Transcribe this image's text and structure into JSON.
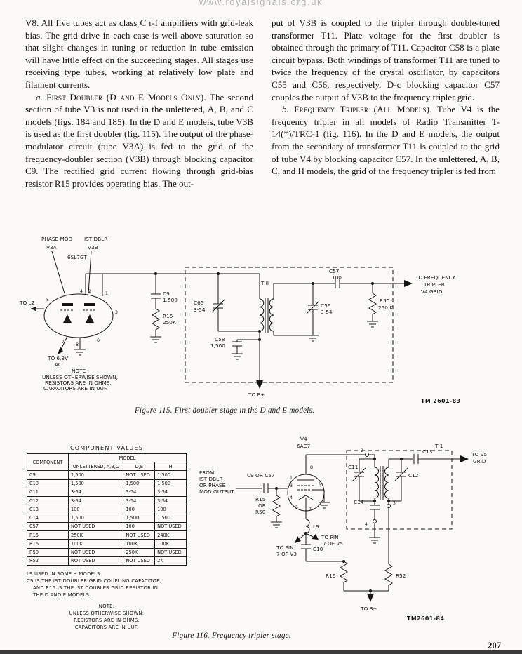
{
  "watermark": "www.royalsignals.org.uk",
  "page_number": "207",
  "text": {
    "left_p1": "V8. All five tubes act as class C r-f amplifiers with grid-leak bias. The grid drive in each case is well above saturation so that slight changes in tuning or reduction in tube emission will have little effect on the succeeding stages. All stages use receiving type tubes, working at relatively low plate and filament currents.",
    "left_p2_lead": "a.",
    "left_p2_head": "First Doubler (D and E Models Only).",
    "left_p2_body": "The second section of tube V3 is not used in the unlettered, A, B, and C models (figs. 184 and 185). In the D and E models, tube V3B is used as the first doubler (fig. 115). The output of the phase-modulator circuit (tube V3A) is fed to the grid of the frequency-doubler section (V3B) through blocking capacitor C9. The rectified grid current flowing through grid-bias resistor R15 provides operating bias. The out-",
    "right_p1": "put of V3B is coupled to the tripler through double-tuned transformer T11. Plate voltage for the first doubler is obtained through the primary of T11. Capacitor C58 is a plate circuit bypass. Both windings of transformer T11 are tuned to twice the frequency of the crystal oscillator, by capacitors C55 and C56, respectively. D-c blocking capacitor C57 couples the output of V3B to the frequency tripler grid.",
    "right_p2_lead": "b.",
    "right_p2_head": "Frequency Tripler (All Models).",
    "right_p2_body": "Tube V4 is the frequency tripler in all models of Radio Transmitter T-14(*)/TRC-1 (fig. 116). In the D and E models, the output from the secondary of transformer T11 is coupled to the grid of tube V4 by blocking capacitor C57. In the unlettered, A, B, C, and H models, the grid of the frequency tripler is fed from"
  },
  "fig115": {
    "caption": "Figure 115.  First doubler stage in the D and E models.",
    "tm": "TM 2601-83",
    "labels": {
      "phase_mod": "PHASE MOD",
      "ist_dblr": "IST DBLR",
      "v3a": "V3A",
      "v3b": "V3B",
      "tube_type": "6SL7GT",
      "to_l2": "TO L2",
      "c9": "C9",
      "c9_val": "1,500",
      "r15": "R15",
      "r15_val": "250K",
      "heater_l1": "TO 6.3V",
      "heater_l2": "AC",
      "note_l1": "NOTE :",
      "note_l2": "UNLESS OTHERWISE SHOWN,",
      "note_l3": "RESISTORS ARE IN OHMS,",
      "note_l4": "CAPACITORS ARE IN UUF.",
      "t11": "T II",
      "c65": "C65",
      "c65_val": "3-54",
      "c58": "C58",
      "c58_val": "1,500",
      "c57": "C57",
      "c57_val": "100",
      "c56": "C56",
      "c56_val": "3-54",
      "r50": "R50",
      "r50_val": "250 K",
      "out_l1": "TO FREQUENCY",
      "out_l2": "TRIPLER",
      "out_l3": "V4 GRID",
      "to_bplus": "TO B+",
      "pins": {
        "p1": "1",
        "p2": "2",
        "p3": "3",
        "p4": "4",
        "p5": "5",
        "p6": "6",
        "p7": "7",
        "p8": "8"
      }
    }
  },
  "fig116": {
    "caption": "Figure 116.  Frequency tripler stage.",
    "tm": "TM2601-84",
    "table": {
      "title": "COMPONENT VALUES",
      "component_header": "COMPONENT",
      "model_header": "MODEL",
      "sub_headers": [
        "UNLETTERED, A,B,C",
        "D,E",
        "H"
      ],
      "rows": [
        [
          "C9",
          "1,500",
          "NOT USED",
          "1,500"
        ],
        [
          "C10",
          "1,500",
          "1,500",
          "1,500"
        ],
        [
          "C11",
          "3-54",
          "3-54",
          "3-54"
        ],
        [
          "C12",
          "3-54",
          "3-54",
          "3-54"
        ],
        [
          "C13",
          "100",
          "100",
          "100"
        ],
        [
          "C14",
          "1,500",
          "1,500",
          "1,500"
        ],
        [
          "C57",
          "NOT USED",
          "100",
          "NOT USED"
        ],
        [
          "R15",
          "250K",
          "NOT USED",
          "240K"
        ],
        [
          "R16",
          "100K",
          "100K",
          "100K"
        ],
        [
          "R50",
          "NOT USED",
          "250K",
          "NOT USED"
        ],
        [
          "R52",
          "NOT USED",
          "NOT USED",
          "2K"
        ]
      ]
    },
    "notes": {
      "l1": "L9 USED IN SOME H MODELS.",
      "l2": "C9 IS THE IST DOUBLER GRID COUPLING CAPACITOR,",
      "l3": "AND R15 IS THE IST DOUBLER GRID RESISTOR IN",
      "l4": "THE D AND E MODELS.",
      "n1": "NOTE:",
      "n2": "UNLESS OTHERWISE SHOWN:",
      "n3": "RESISTORS ARE IN OHMS,",
      "n4": "CAPACITORS ARE IN UUF."
    },
    "labels": {
      "v4": "V4",
      "tube_type": "6AC7",
      "from_l1": "FROM",
      "from_l2": "IST DBLR",
      "from_l3": "OR PHASE",
      "from_l4": "MOD OUTPUT",
      "c9_or_c57": "C9 OR C57",
      "r15": "R15",
      "or": "OR",
      "r50": "R50",
      "l9": "L9",
      "pin7v3_l1": "TO PIN",
      "pin7v3_l2": "7 OF V3",
      "pin7v5_l1": "TO PIN",
      "pin7v5_l2": "7 OF V5",
      "c10": "C10",
      "r16": "R16",
      "r52": "R52",
      "t1": "T 1",
      "c11": "C11",
      "c14": "C14",
      "c12": "C12",
      "c13": "C13",
      "out_l1": "TO V5",
      "out_l2": "GRID",
      "to_bplus": "TO B+",
      "pins": {
        "p1": "1",
        "p3": "3",
        "p4": "4",
        "p5": "5",
        "p6": "6",
        "p7": "7",
        "p8": "8"
      },
      "terms": {
        "t2": "2",
        "t3": "3",
        "t4": "4"
      }
    }
  }
}
